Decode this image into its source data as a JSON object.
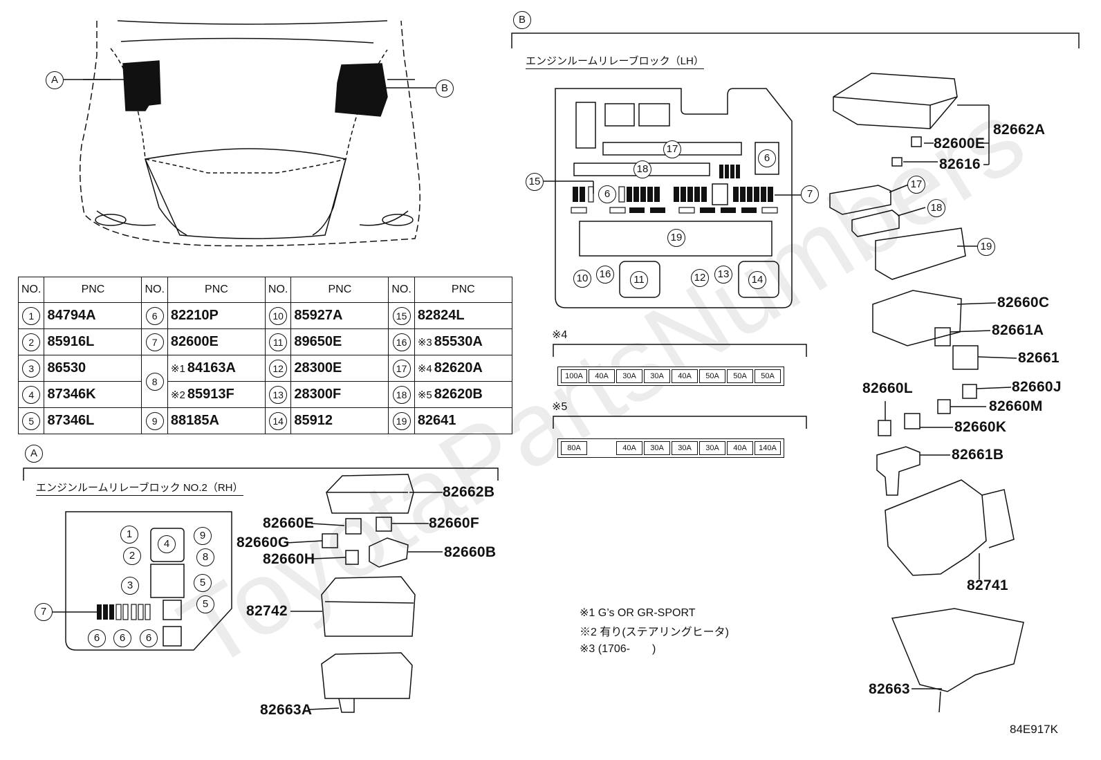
{
  "callouts": {
    "a": "A",
    "b": "B"
  },
  "section_b": {
    "title": "エンジンルームリレーブロック（LH）"
  },
  "section_a": {
    "title": "エンジンルームリレーブロック NO.2（RH）"
  },
  "table": {
    "headers": {
      "no": "NO.",
      "pnc": "PNC"
    },
    "columns": [
      {
        "rows": [
          {
            "no": "1",
            "mark": "",
            "pnc": "84794A"
          },
          {
            "no": "2",
            "mark": "",
            "pnc": "85916L"
          },
          {
            "no": "3",
            "mark": "",
            "pnc": "86530"
          },
          {
            "no": "4",
            "mark": "",
            "pnc": "87346K"
          },
          {
            "no": "5",
            "mark": "",
            "pnc": "87346L"
          }
        ]
      },
      {
        "rows": [
          {
            "no": "6",
            "mark": "",
            "pnc": "82210P"
          },
          {
            "no": "7",
            "mark": "",
            "pnc": "82600E"
          },
          {
            "no": "8",
            "mark": "※1",
            "pnc": "84163A"
          },
          {
            "no": "",
            "mark": "※2",
            "pnc": "85913F"
          },
          {
            "no": "9",
            "mark": "",
            "pnc": "88185A"
          }
        ]
      },
      {
        "rows": [
          {
            "no": "10",
            "mark": "",
            "pnc": "85927A"
          },
          {
            "no": "11",
            "mark": "",
            "pnc": "89650E"
          },
          {
            "no": "12",
            "mark": "",
            "pnc": "28300E"
          },
          {
            "no": "13",
            "mark": "",
            "pnc": "28300F"
          },
          {
            "no": "14",
            "mark": "",
            "pnc": "85912"
          }
        ]
      },
      {
        "rows": [
          {
            "no": "15",
            "mark": "",
            "pnc": "82824L"
          },
          {
            "no": "16",
            "mark": "※3",
            "pnc": "85530A"
          },
          {
            "no": "17",
            "mark": "※4",
            "pnc": "82620A"
          },
          {
            "no": "18",
            "mark": "※5",
            "pnc": "82620B"
          },
          {
            "no": "19",
            "mark": "",
            "pnc": "82641"
          }
        ]
      }
    ]
  },
  "lh_block_numbers": [
    "17",
    "6",
    "18",
    "15",
    "6",
    "7",
    "19",
    "10",
    "16",
    "11",
    "12",
    "13",
    "14"
  ],
  "rh_block_numbers": [
    "1",
    "4",
    "9",
    "2",
    "8",
    "3",
    "5",
    "5",
    "7",
    "6",
    "6",
    "6"
  ],
  "fuse_sets": {
    "s4": {
      "label": "※4",
      "ratings": [
        "100A",
        "40A",
        "30A",
        "30A",
        "40A",
        "50A",
        "50A",
        "50A"
      ]
    },
    "s5": {
      "label": "※5",
      "ratings": [
        "80A",
        "",
        "40A",
        "30A",
        "30A",
        "30A",
        "40A",
        "140A"
      ]
    }
  },
  "rh_parts": [
    "82662B",
    "82660E",
    "82660F",
    "82660G",
    "82660H",
    "82660B",
    "82742",
    "82663A"
  ],
  "lh_parts": [
    "82662A",
    "82600E",
    "82616",
    "17",
    "18",
    "19",
    "82660C",
    "82661A",
    "82661",
    "82660L",
    "82660J",
    "82660M",
    "82660K",
    "82661B",
    "82741",
    "82663"
  ],
  "notes": {
    "n1": "※1 G’s OR GR-SPORT",
    "n2": "※2 有り(ステアリングヒータ)",
    "n3": "※3 (1706-　　)"
  },
  "diagram_ref": "84E917K",
  "watermark": "ToyotaPartsNumbers"
}
